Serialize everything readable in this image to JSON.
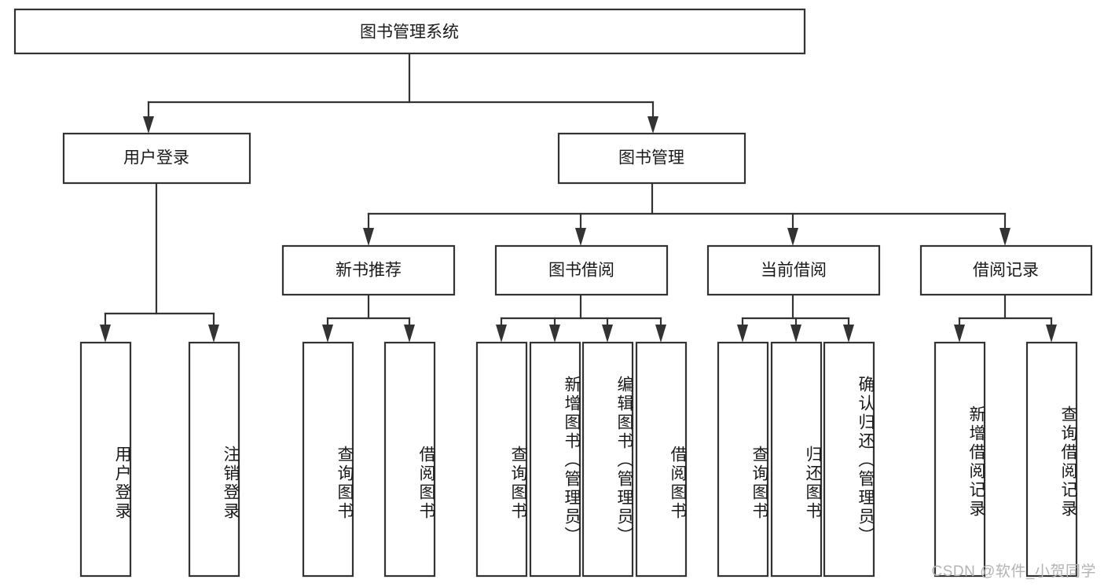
{
  "diagram": {
    "title": "图书管理系统",
    "type": "tree-hierarchy",
    "watermark": "CSDN @软件_小贺同学",
    "root": {
      "id": "root",
      "label": "图书管理系统",
      "orientation": "horizontal"
    },
    "level2": [
      {
        "id": "user-login",
        "label": "用户登录",
        "orientation": "horizontal"
      },
      {
        "id": "book-management",
        "label": "图书管理",
        "orientation": "horizontal"
      }
    ],
    "level3": [
      {
        "id": "new-book-recommend",
        "label": "新书推荐",
        "orientation": "horizontal",
        "parent": "book-management"
      },
      {
        "id": "book-borrow",
        "label": "图书借阅",
        "orientation": "horizontal",
        "parent": "book-management"
      },
      {
        "id": "current-borrow",
        "label": "当前借阅",
        "orientation": "horizontal",
        "parent": "book-management"
      },
      {
        "id": "borrow-record",
        "label": "借阅记录",
        "orientation": "horizontal",
        "parent": "book-management"
      }
    ],
    "leaves": [
      {
        "id": "leaf-user-login",
        "label": "用户登录",
        "orientation": "vertical",
        "parent": "user-login"
      },
      {
        "id": "leaf-logout",
        "label": "注销登录",
        "orientation": "vertical",
        "parent": "user-login"
      },
      {
        "id": "leaf-query-book-1",
        "label": "查询图书",
        "orientation": "vertical",
        "parent": "new-book-recommend"
      },
      {
        "id": "leaf-borrow-book-1",
        "label": "借阅图书",
        "orientation": "vertical",
        "parent": "new-book-recommend"
      },
      {
        "id": "leaf-query-book-2",
        "label": "查询图书",
        "orientation": "vertical",
        "parent": "book-borrow"
      },
      {
        "id": "leaf-add-book",
        "label": "新增图书（管理员）",
        "orientation": "vertical",
        "parent": "book-borrow"
      },
      {
        "id": "leaf-edit-book",
        "label": "编辑图书（管理员）",
        "orientation": "vertical",
        "parent": "book-borrow"
      },
      {
        "id": "leaf-borrow-book-2",
        "label": "借阅图书",
        "orientation": "vertical",
        "parent": "book-borrow"
      },
      {
        "id": "leaf-query-book-3",
        "label": "查询图书",
        "orientation": "vertical",
        "parent": "current-borrow"
      },
      {
        "id": "leaf-return-book",
        "label": "归还图书",
        "orientation": "vertical",
        "parent": "current-borrow"
      },
      {
        "id": "leaf-confirm-return",
        "label": "确认归还（管理员）",
        "orientation": "vertical",
        "parent": "current-borrow"
      },
      {
        "id": "leaf-add-record",
        "label": "新增借阅记录",
        "orientation": "vertical",
        "parent": "borrow-record"
      },
      {
        "id": "leaf-query-record",
        "label": "查询借阅记录",
        "orientation": "vertical",
        "parent": "borrow-record"
      }
    ],
    "colors": {
      "box_fill": "#ffffff",
      "box_stroke": "#333333",
      "text": "#1a1a1a",
      "connector": "#333333",
      "watermark": "#b3b3b3",
      "background": "#ffffff"
    }
  }
}
